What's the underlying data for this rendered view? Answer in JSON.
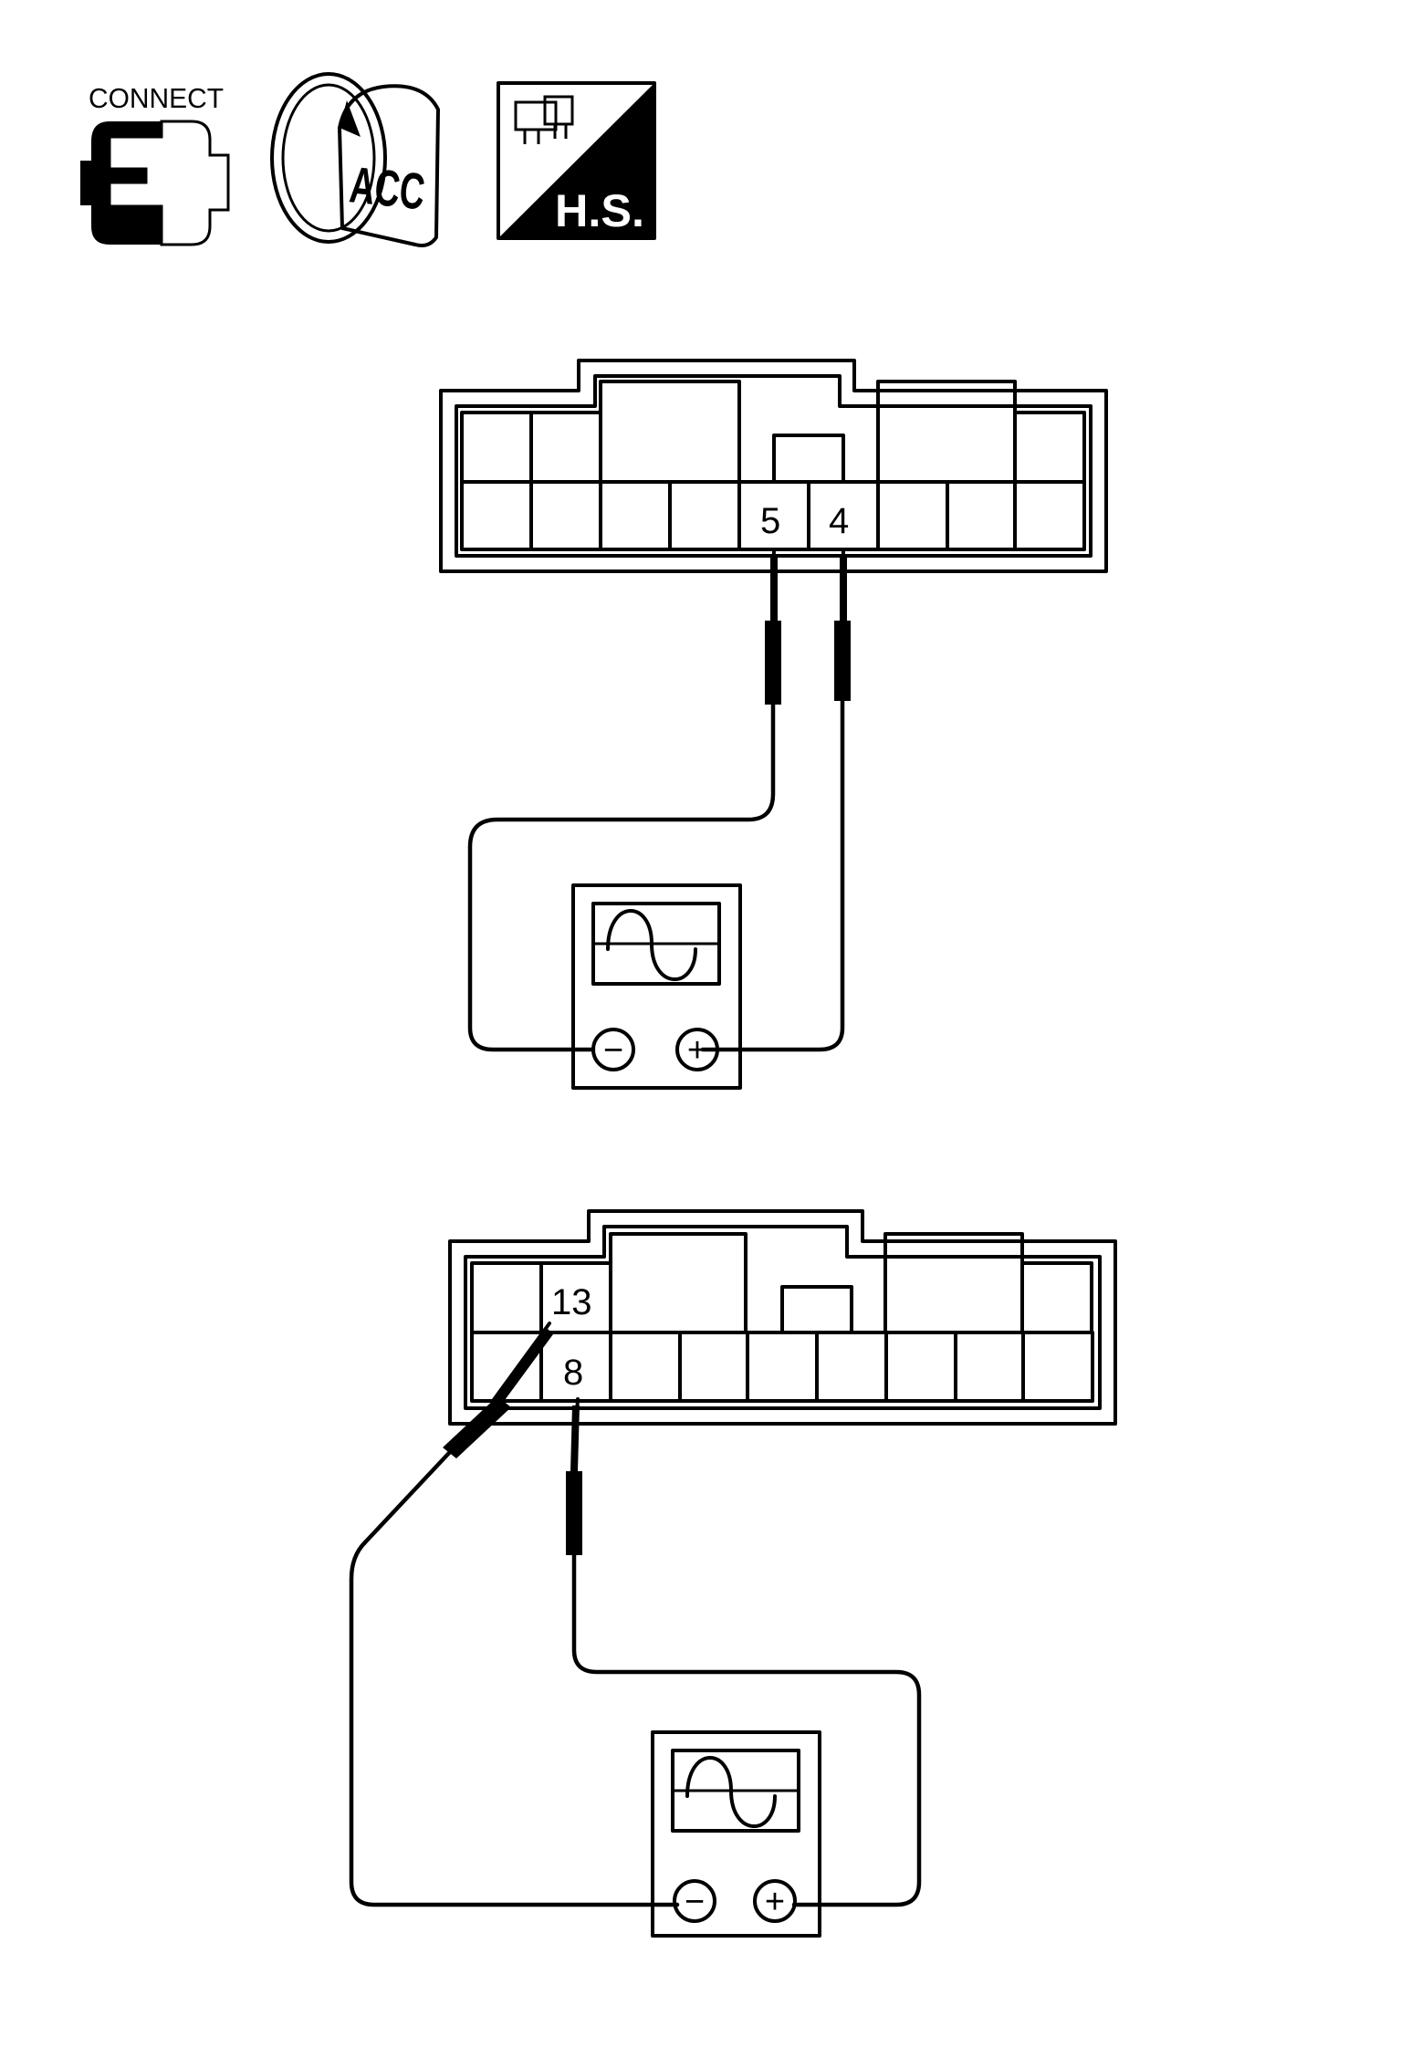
{
  "icons": {
    "connect_label": "CONNECT",
    "key_label": "ACC",
    "harness_label": "H.S."
  },
  "connector_top": {
    "pin_a": "5",
    "pin_b": "4"
  },
  "connector_bottom": {
    "pin_a": "13",
    "pin_b": "8"
  },
  "meter": {
    "negative": "−",
    "positive": "+"
  }
}
